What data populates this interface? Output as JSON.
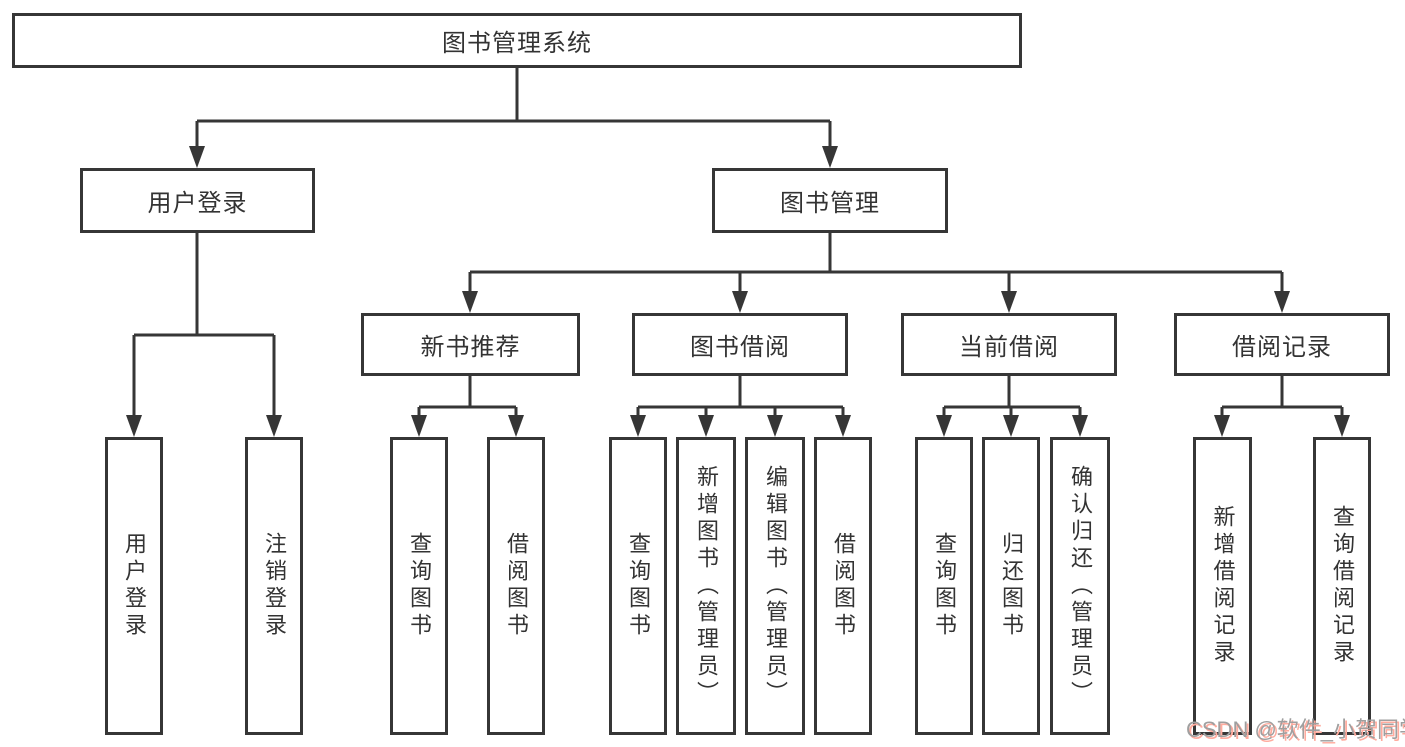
{
  "colors": {
    "line": "#363636",
    "text": "#333333",
    "background": "#ffffff",
    "watermark_text": "#9f9f9f",
    "watermark_shadow": "#ffab9e"
  },
  "nodes": {
    "root": {
      "label": "图书管理系统"
    },
    "user_login": {
      "label": "用户登录"
    },
    "book_mgmt": {
      "label": "图书管理"
    },
    "new_books": {
      "label": "新书推荐"
    },
    "book_borrow": {
      "label": "图书借阅"
    },
    "current_borrow": {
      "label": "当前借阅"
    },
    "borrow_records": {
      "label": "借阅记录"
    },
    "leaf_user_login": {
      "label": "用户登录"
    },
    "leaf_logout": {
      "label": "注销登录"
    },
    "leaf_query_books_recommend": {
      "label": "查询图书"
    },
    "leaf_borrow_books_recommend": {
      "label": "借阅图书"
    },
    "leaf_query_books_borrow": {
      "label": "查询图书"
    },
    "leaf_add_books": {
      "label": "新增图书（管理员）"
    },
    "leaf_edit_books": {
      "label": "编辑图书（管理员）"
    },
    "leaf_borrow_books_borrow": {
      "label": "借阅图书"
    },
    "leaf_query_books_current": {
      "label": "查询图书"
    },
    "leaf_return_books": {
      "label": "归还图书"
    },
    "leaf_confirm_return": {
      "label": "确认归还（管理员）"
    },
    "leaf_add_borrow_record": {
      "label": "新增借阅记录"
    },
    "leaf_query_borrow_record": {
      "label": "查询借阅记录"
    }
  },
  "hierarchy": {
    "root": [
      "user_login",
      "book_mgmt"
    ],
    "user_login": [
      "leaf_user_login",
      "leaf_logout"
    ],
    "book_mgmt": [
      "new_books",
      "book_borrow",
      "current_borrow",
      "borrow_records"
    ],
    "new_books": [
      "leaf_query_books_recommend",
      "leaf_borrow_books_recommend"
    ],
    "book_borrow": [
      "leaf_query_books_borrow",
      "leaf_add_books",
      "leaf_edit_books",
      "leaf_borrow_books_borrow"
    ],
    "current_borrow": [
      "leaf_query_books_current",
      "leaf_return_books",
      "leaf_confirm_return"
    ],
    "borrow_records": [
      "leaf_add_borrow_record",
      "leaf_query_borrow_record"
    ]
  },
  "watermark": {
    "text": "CSDN @软件_小贺同学"
  }
}
